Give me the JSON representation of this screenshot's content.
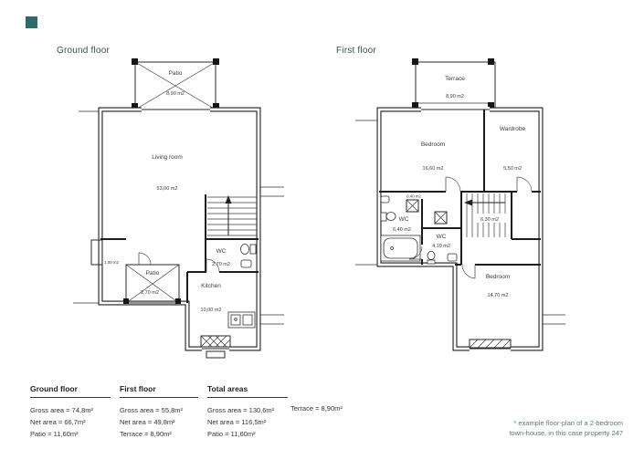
{
  "titles": {
    "ground": "Ground floor",
    "first": "First floor"
  },
  "colors": {
    "accent": "#2d6b6b",
    "line": "#1c1c1c",
    "muted_text": "#5e7878"
  },
  "ground_floor": {
    "patio_top": {
      "label": "Patio",
      "area": "8,90 m2"
    },
    "living_room": {
      "label": "Living room",
      "area": "53,00 m2"
    },
    "wc": {
      "label": "WC",
      "area": "2,70 m2"
    },
    "patio_small": {
      "label": "Patio",
      "area": "2,70 m2"
    },
    "kitchen": {
      "label": "Kitchen",
      "area": "10,00 m2"
    },
    "closet": {
      "area": "1,00 m2"
    }
  },
  "first_floor": {
    "terrace": {
      "label": "Terrace",
      "area": "8,90 m2"
    },
    "bedroom_1": {
      "label": "Bedroom",
      "area": "16,60 m2"
    },
    "wardrobe": {
      "label": "Wardrobe",
      "area": "5,50 m2"
    },
    "wc_1": {
      "label": "WC",
      "area": "6,40 m2"
    },
    "wc_2": {
      "label": "WC",
      "area": "4,10 m2"
    },
    "duct": {
      "area": "0,40 m2"
    },
    "stairs": {
      "area": "6,30 m2"
    },
    "bedroom_2": {
      "label": "Bedroom",
      "area": "14,70 m2"
    }
  },
  "tables": [
    {
      "header": "Ground floor",
      "rows": [
        "Gross area = 74,8m²",
        "Net area = 66,7m²",
        "Patio = 11,60m²"
      ]
    },
    {
      "header": "First floor",
      "rows": [
        "Gross area = 55,8m²",
        "Net area = 49,8m²",
        "Terrace = 8,90m²"
      ]
    },
    {
      "header": "Total areas",
      "rows": [
        "Gross area = 130,6m²",
        "Net area = 116,5m²",
        "Patio = 11,60m²"
      ],
      "extra": "Terrace = 8,90m²"
    }
  ],
  "footnote": {
    "line1": "* example floor-plan of a 2-bedroom",
    "line2": "town-house, in this case property 247"
  }
}
